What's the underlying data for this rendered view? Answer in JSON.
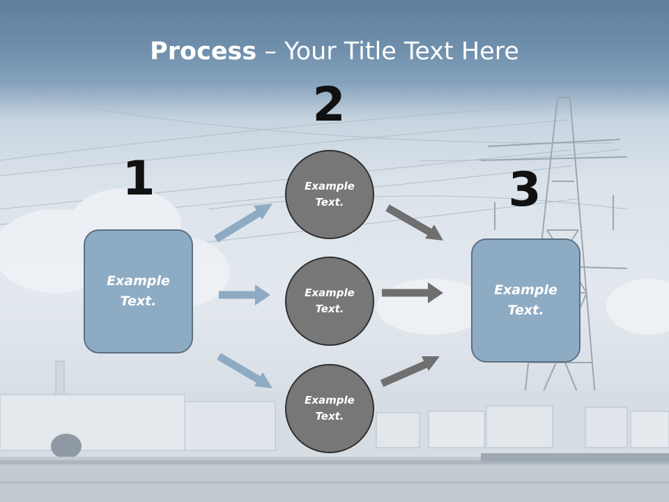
{
  "title": {
    "bold": "Process",
    "rest": " – Your Title Text Here"
  },
  "steps": {
    "one": "1",
    "two": "2",
    "three": "3"
  },
  "left_box": "Example Text.",
  "circles": [
    "Example Text.",
    "Example Text.",
    "Example Text."
  ],
  "right_box": "Example Text.",
  "colors": {
    "box_fill": "#8eabc4",
    "circle_fill": "#777777",
    "arrow_blue": "#8faac3",
    "arrow_gray": "#6f6f6f"
  }
}
